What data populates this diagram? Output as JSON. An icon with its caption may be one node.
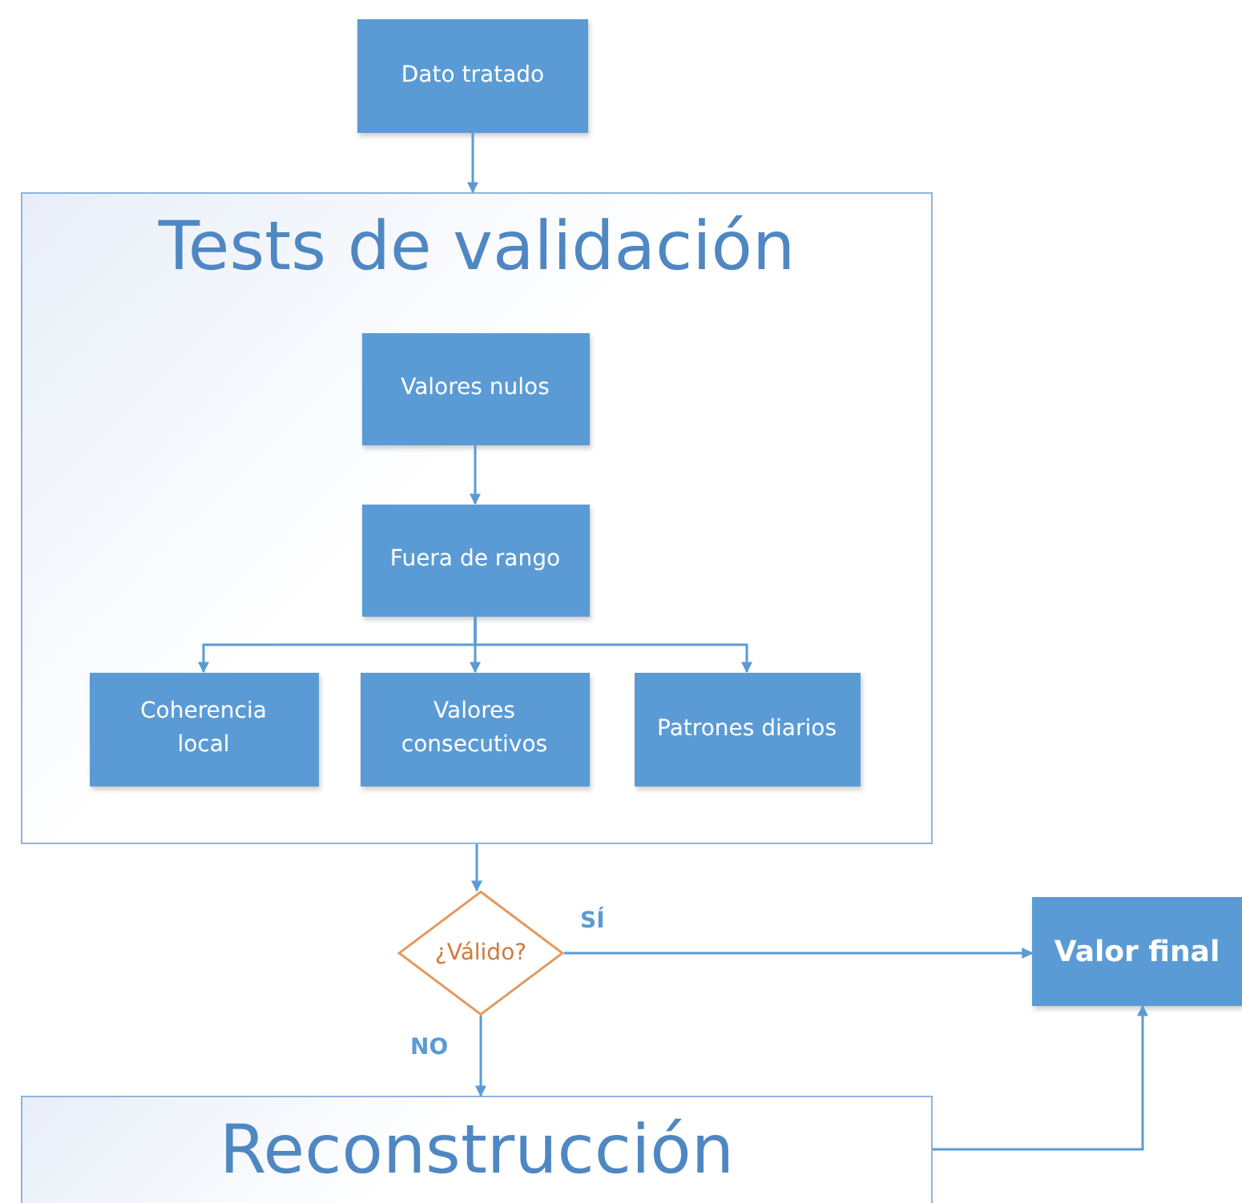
{
  "diagram": {
    "nodes": [
      {
        "text": [
          "Dato tratado"
        ]
      },
      {
        "text": [
          "Tests de validación"
        ]
      },
      {
        "text": [
          "Valores nulos"
        ],
        "in": 1
      },
      {
        "text": [
          "Fuera de rango"
        ],
        "in": 1
      },
      {
        "text": [
          "Coherencia local"
        ],
        "in": 1
      },
      {
        "text": [
          "Valores consecutivos"
        ],
        "in": 1
      },
      {
        "text": [
          "Patrones diarios"
        ],
        "in": 1
      },
      {
        "text": [
          "¿Válido?"
        ]
      },
      {
        "text": [
          "Valor final"
        ]
      },
      {
        "text": [
          "Reconstrucción"
        ]
      }
    ],
    "edges": [
      {
        "from": 0,
        "to": 1,
        "arrow": "to"
      },
      {
        "from": 2,
        "to": 3,
        "arrow": "to"
      },
      {
        "from": 3,
        "to": 4,
        "arrow": "to"
      },
      {
        "from": 3,
        "to": 5,
        "arrow": "to"
      },
      {
        "from": 3,
        "to": 6,
        "arrow": "to"
      },
      {
        "from": 1,
        "to": 7,
        "arrow": "to"
      },
      {
        "from": 7,
        "to": 8,
        "arrow": "to",
        "label": "SÍ"
      },
      {
        "from": 7,
        "to": 9,
        "arrow": "to",
        "label": "NO"
      },
      {
        "from": 9,
        "to": 8,
        "arrow": "to"
      }
    ]
  }
}
